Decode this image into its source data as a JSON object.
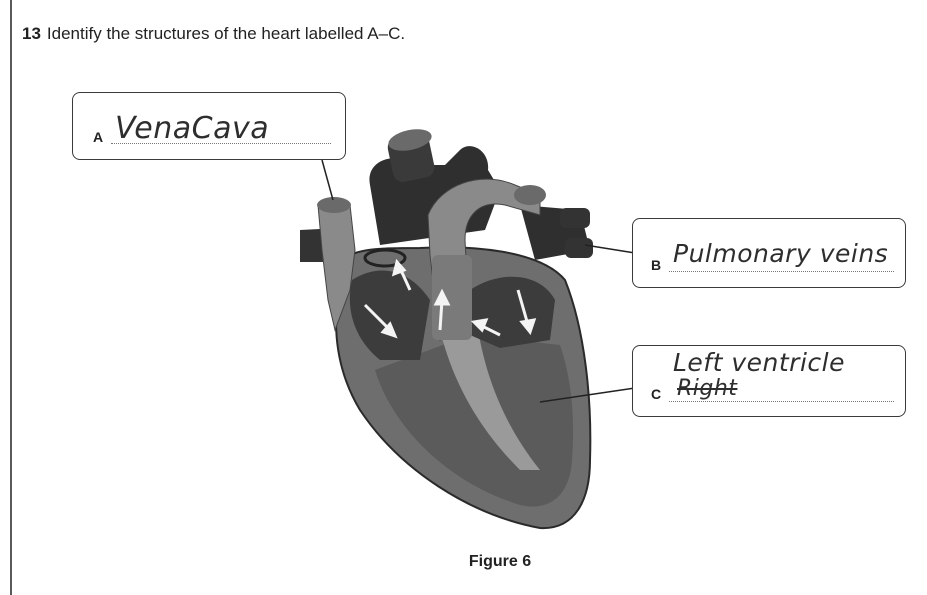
{
  "question": {
    "number": "13",
    "text": "Identify the structures of the heart labelled A–C."
  },
  "labels": [
    {
      "letter": "A",
      "answer": "VenaCava"
    },
    {
      "letter": "B",
      "answer": "Pulmonary veins"
    },
    {
      "letter": "C",
      "answer": "Left ventricle",
      "crossed_out": "Right"
    }
  ],
  "figure_caption": "Figure 6",
  "colors": {
    "wall": "#6e6e6e",
    "chamber": "#4a4a4a",
    "vessel": "#8a8a8a",
    "dark_vessel": "#2f2f2f",
    "arrow": "#f4f4f4"
  }
}
